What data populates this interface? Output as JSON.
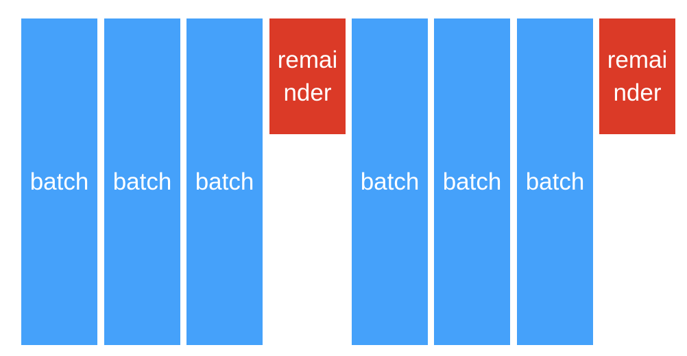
{
  "colors": {
    "batch": "#45a1fa",
    "remainder": "#db3a27",
    "text": "#ffffff",
    "background": "#ffffff"
  },
  "blocks": [
    {
      "type": "batch",
      "label": "batch"
    },
    {
      "type": "batch",
      "label": "batch"
    },
    {
      "type": "batch",
      "label": "batch"
    },
    {
      "type": "remainder",
      "label_lines": [
        "remai",
        "nder"
      ]
    },
    {
      "type": "batch",
      "label": "batch"
    },
    {
      "type": "batch",
      "label": "batch"
    },
    {
      "type": "batch",
      "label": "batch"
    },
    {
      "type": "remainder",
      "label_lines": [
        "remai",
        "nder"
      ]
    }
  ]
}
